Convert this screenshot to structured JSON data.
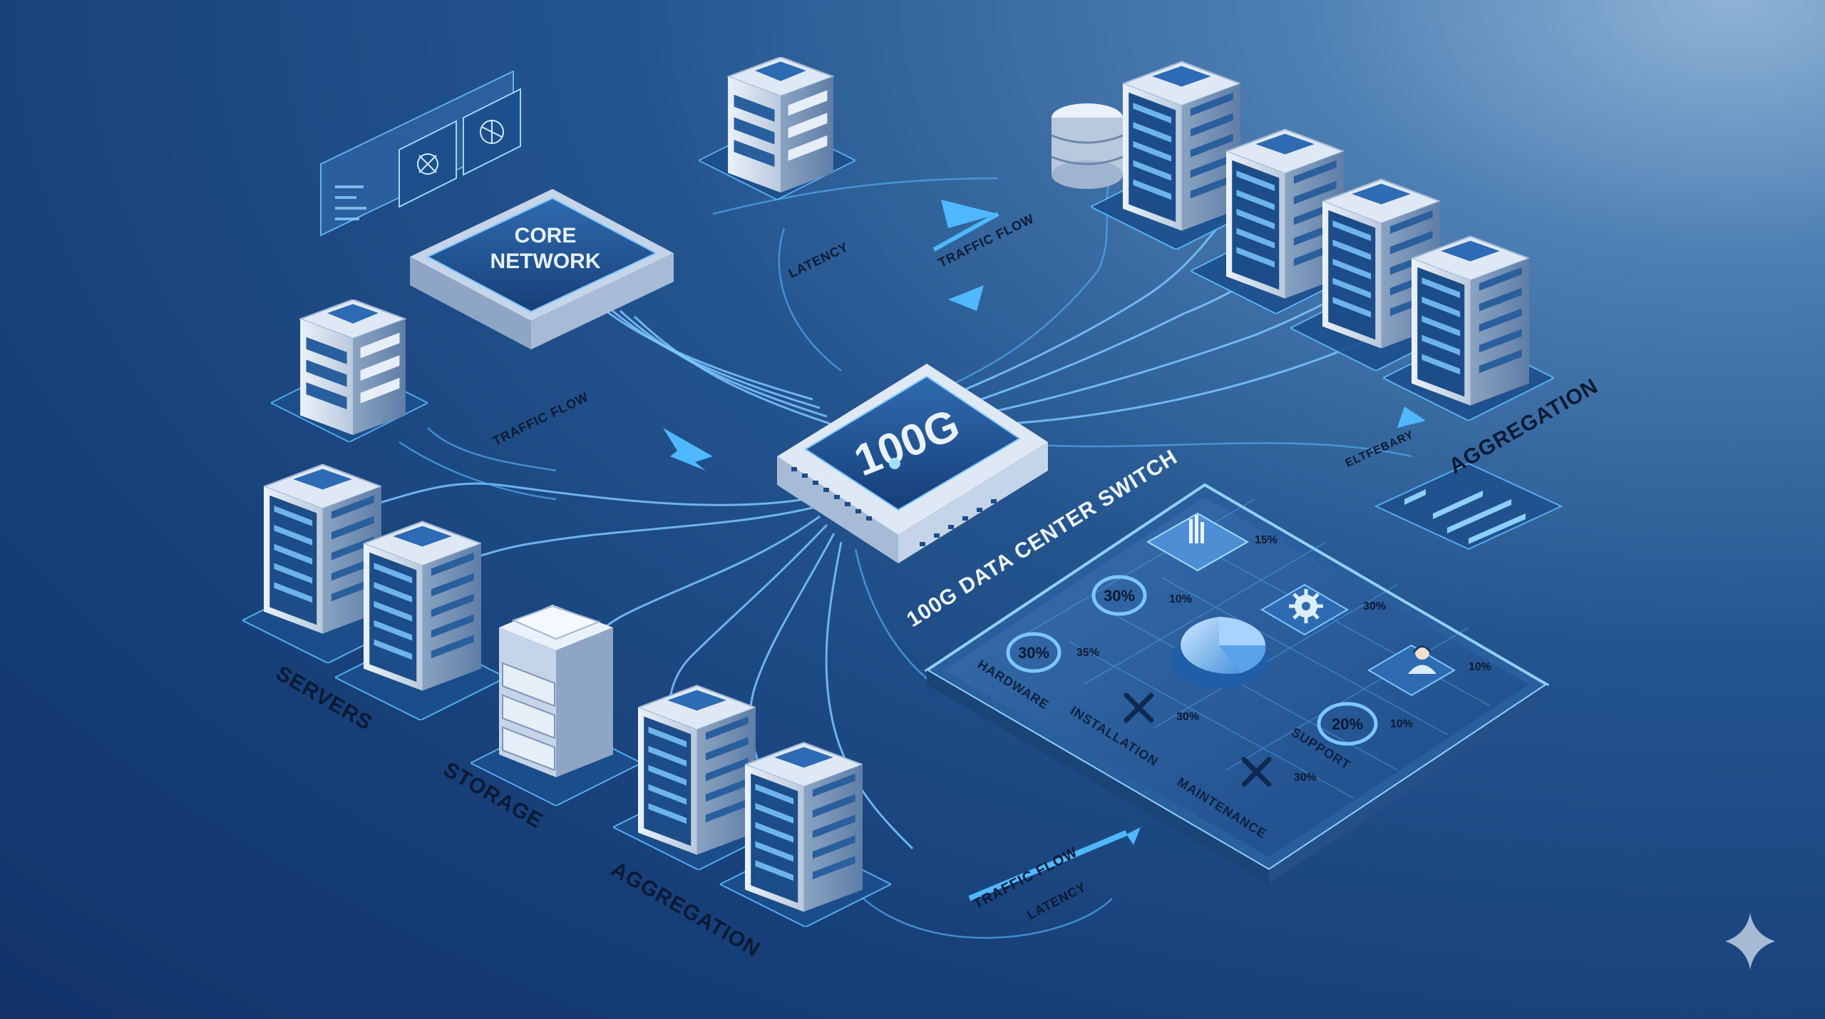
{
  "core_label_1": "CORE",
  "core_label_2": "NETWORK",
  "switch_label": "100G",
  "switch_caption": "100G DATA CENTER SWITCH",
  "flow_labels": {
    "traffic_flow_left": "TRAFFIC FLOW",
    "traffic_flow_top": "TRAFFIC FLOW",
    "traffic_flow_bottom": "TRAFFIC FLOW",
    "latency_top": "LATENCY",
    "latency_bottom": "LATENCY",
    "eltfebary": "ELTFEBARY"
  },
  "zone_labels": {
    "servers": "SERVERS",
    "storage": "STORAGE",
    "aggregation_bottom": "AGGREGATION",
    "aggregation_right": "AGGREGATION"
  },
  "dashboard": {
    "hardware": "HARDWARE",
    "installation": "INSTALLATION",
    "support": "SUPPORT",
    "maintenance": "MAINTENANCE",
    "pct_hardware_ring": "30%",
    "pct_hardware_side": "35%",
    "pct_top_ring": "30%",
    "pct_top_side": "10%",
    "pct_chart_side": "15%",
    "pct_gear_side": "30%",
    "pct_installation": "30%",
    "pct_support_ring": "20%",
    "pct_support_side": "10%",
    "pct_agent_side": "10%",
    "pct_maintenance": "30%"
  },
  "icons": [
    "server-rack-icon",
    "storage-icon",
    "switch-icon",
    "pie-chart-icon",
    "gear-icon",
    "wrench-icon",
    "headset-agent-icon",
    "bar-chart-icon",
    "sparkle-icon"
  ],
  "colors": {
    "accent": "#4fb8ff",
    "background": "#173f78",
    "panel": "#1e4f8a"
  }
}
